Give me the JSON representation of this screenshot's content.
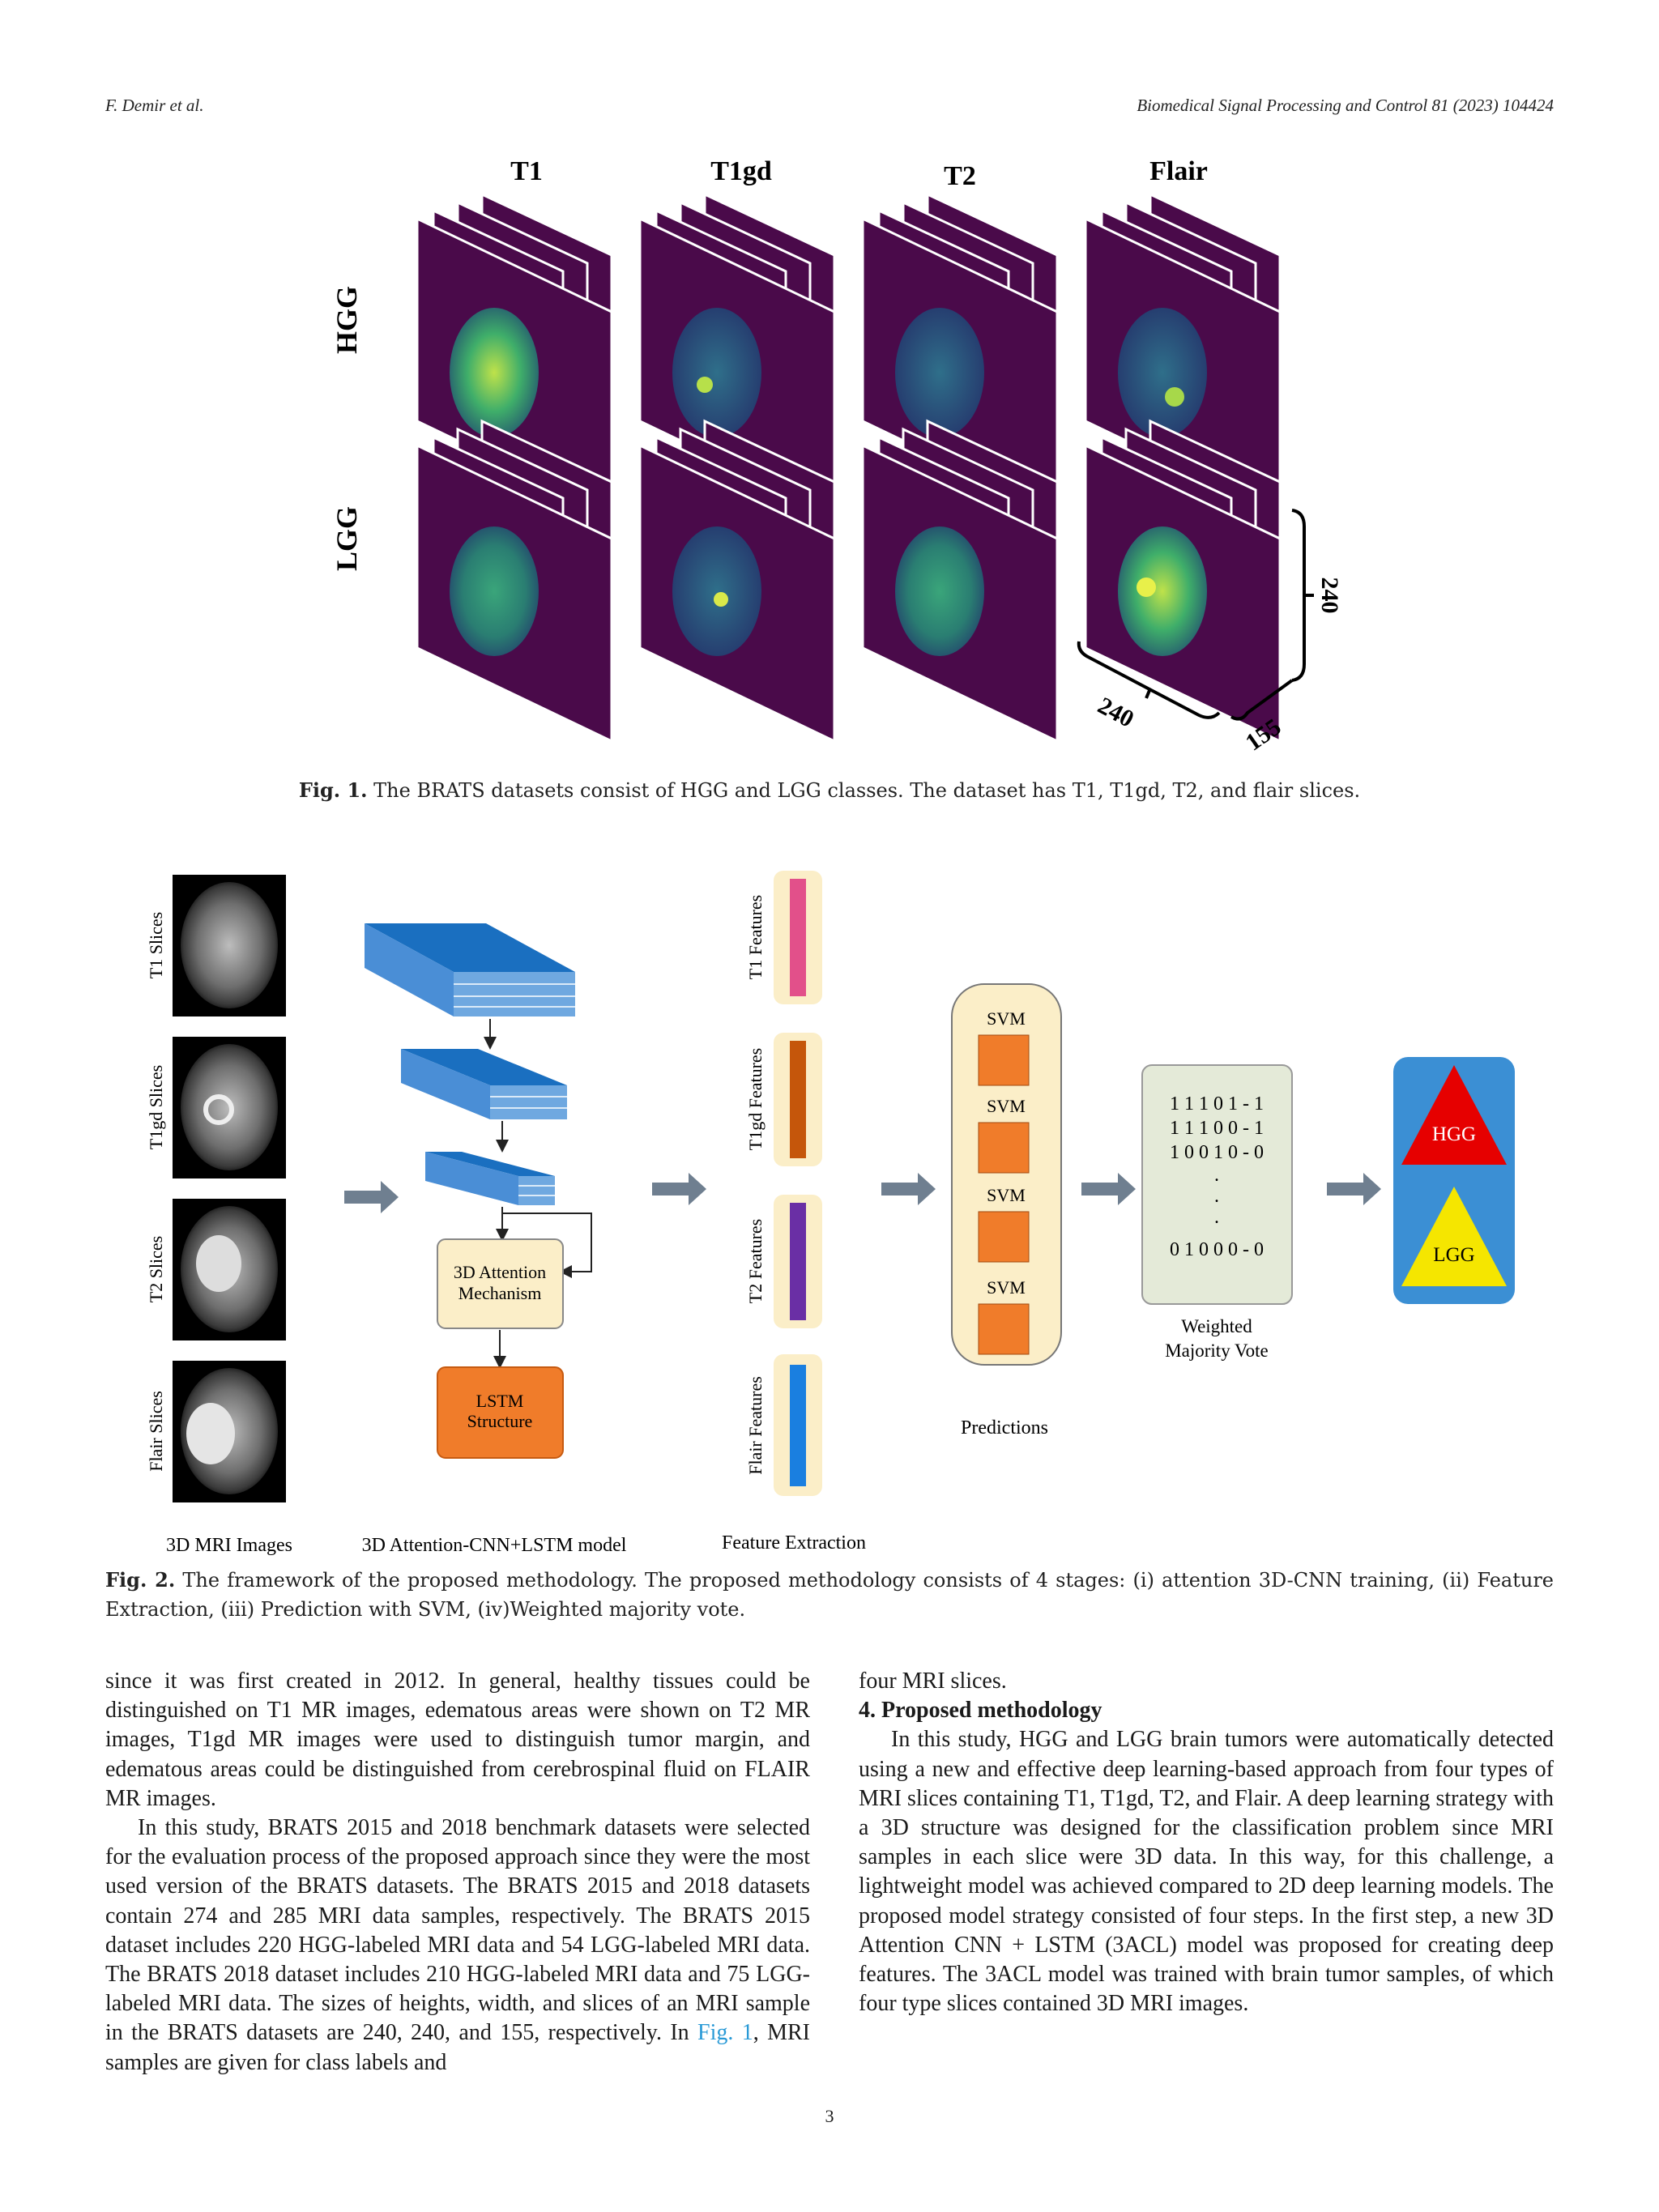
{
  "header": {
    "left": "F. Demir et al.",
    "right": "Biomedical Signal Processing and Control 81 (2023) 104424"
  },
  "fig1": {
    "columns": [
      "T1",
      "T1gd",
      "T2",
      "Flair"
    ],
    "rows": [
      "HGG",
      "LGG"
    ],
    "dim_height": "240",
    "dim_width": "240",
    "dim_depth": "155",
    "caption_label": "Fig. 1.",
    "caption_text": " The BRATS datasets consist of HGG and LGG classes. The dataset has T1, T1gd, T2, and flair slices."
  },
  "fig2": {
    "slice_labels": [
      "T1 Slices",
      "T1gd Slices",
      "T2 Slices",
      "Flair Slices"
    ],
    "attention_line1": "3D Attention",
    "attention_line2": "Mechanism",
    "lstm_line1": "LSTM",
    "lstm_line2": "Structure",
    "feature_labels": [
      "T1 Features",
      "T1gd Features",
      "T2 Features",
      "Flair Features"
    ],
    "svm_label": "SVM",
    "vote_rows": [
      "1  1  1  0  1  - 1",
      "1  1  1  0  0  - 1",
      "1  0  0  1  0  - 0",
      ".",
      ".",
      ".",
      "0  1  0  0  0  - 0"
    ],
    "vote_caption_1": "Weighted",
    "vote_caption_2": "Majority Vote",
    "predictions_label": "Predictions",
    "class_hgg": "HGG",
    "class_lgg": "LGG",
    "stage_mri": "3D MRI Images",
    "stage_model": "3D Attention-CNN+LSTM model",
    "stage_feature": "Feature Extraction",
    "caption_label": "Fig. 2.",
    "caption_text": " The framework of the proposed methodology. The proposed methodology consists of 4 stages: (i) attention 3D-CNN training, (ii) Feature Extraction, (iii) Prediction with SVM, (iv)Weighted majority vote."
  },
  "body": {
    "left_p1": "since it was first created in 2012. In general, healthy tissues could be distinguished on T1 MR images, edematous areas were shown on T2 MR images, T1gd MR images were used to distinguish tumor margin, and edematous areas could be distinguished from cerebrospinal fluid on FLAIR MR images.",
    "left_p2_a": "In this study, BRATS 2015 and 2018 benchmark datasets were selected for the evaluation process of the proposed approach since they were the most used version of the BRATS datasets. The BRATS 2015 and 2018 datasets contain 274 and 285 MRI data samples, respectively. The BRATS 2015 dataset includes 220 HGG-labeled MRI data and 54 LGG-labeled MRI data. The BRATS 2018 dataset includes 210 HGG-labeled MRI data and 75 LGG-labeled MRI data. The sizes of heights, width, and slices of an MRI sample in the BRATS datasets are 240, 240, and 155, respectively. In ",
    "left_p2_link": "Fig. 1",
    "left_p2_b": ", MRI samples are given for class labels and",
    "right_p0": "four MRI slices.",
    "section_heading": "4.  Proposed methodology",
    "right_p1": "In this study, HGG and LGG brain tumors were automatically detected using a new and effective deep learning-based approach from four types of MRI slices containing T1, T1gd, T2, and Flair. A deep learning strategy with a 3D structure was designed for the classification problem since MRI samples in each slice were 3D data. In this way, for this challenge, a lightweight model was achieved compared to 2D deep learning models. The proposed model strategy consisted of four steps. In the first step, a new 3D Attention CNN + LSTM (3ACL) model was proposed for creating deep features. The 3ACL model was trained with brain tumor samples, of which four type slices contained 3D MRI images."
  },
  "page_number": "3",
  "colors": {
    "slice_bg": "#4a0a4a",
    "brain_green": "#2e8f6a",
    "cube_blue": "#1a6fc0",
    "attention_fill": "#fbeec8",
    "lstm_fill": "#f07c2a",
    "svm_panel": "#fbeec8",
    "vote_panel": "#e4ead8",
    "class_panel": "#3b8fd4",
    "hgg_red": "#e60000",
    "lgg_yellow": "#f5e600",
    "link": "#2a9ad6"
  }
}
